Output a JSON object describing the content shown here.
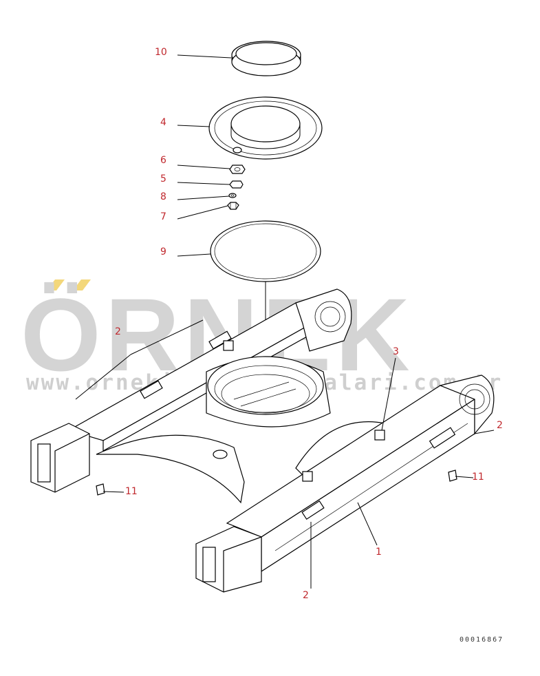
{
  "drawing_number": "00016867",
  "watermark": {
    "brand": "ÖRNEK",
    "url": "www.ornekiskamakparcalari.com.tr",
    "accent_color": "#f3d77a"
  },
  "callouts": [
    {
      "id": "c10",
      "label": "10"
    },
    {
      "id": "c4",
      "label": "4"
    },
    {
      "id": "c6",
      "label": "6"
    },
    {
      "id": "c5",
      "label": "5"
    },
    {
      "id": "c8",
      "label": "8"
    },
    {
      "id": "c7",
      "label": "7"
    },
    {
      "id": "c9",
      "label": "9"
    },
    {
      "id": "c2a",
      "label": "2"
    },
    {
      "id": "c3",
      "label": "3"
    },
    {
      "id": "c2b",
      "label": "2"
    },
    {
      "id": "c11a",
      "label": "11"
    },
    {
      "id": "c11b",
      "label": "11"
    },
    {
      "id": "c1",
      "label": "1"
    },
    {
      "id": "c2c",
      "label": "2"
    }
  ],
  "colors": {
    "callout_text": "#c0282d",
    "watermark_gray": "#d4d4d4",
    "line": "#000000"
  }
}
